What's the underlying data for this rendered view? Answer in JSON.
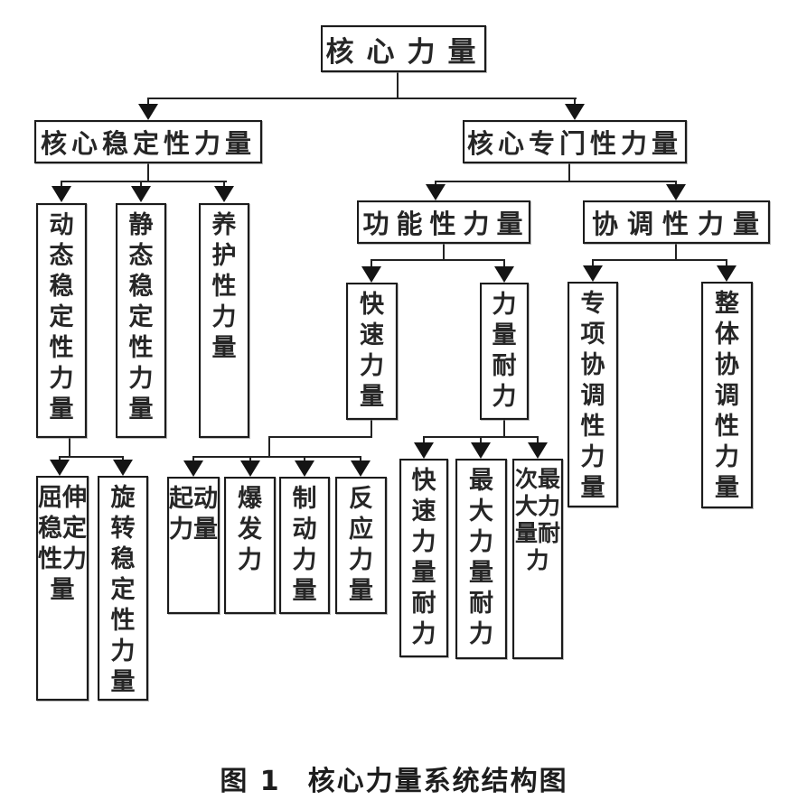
{
  "figure": {
    "caption_label": "图 1",
    "caption_title": "核心力量系统结构图"
  },
  "nodes": {
    "core": "核心力量",
    "core_stability": "核心稳定性力量",
    "core_specialized": "核心专门性力量",
    "dynamic_stability": "动态稳定性力量",
    "static_stability": "静态稳定性力量",
    "maintenance": "养护性力量",
    "flexion_extension_stability": "屈伸稳定性力量",
    "rotation_stability": "旋转稳定性力量",
    "functional": "功能性力量",
    "coordination": "协调性力量",
    "speed_strength": "快速力量",
    "strength_endurance": "力量耐力",
    "starting_strength": "起动力量",
    "explosive_power": "爆发力",
    "braking_strength": "制动力量",
    "reactive_strength": "反应力量",
    "speed_strength_endurance": "快速力量耐力",
    "max_strength_endurance": "最大力量耐力",
    "submax_strength_endurance": "次最大力量耐力",
    "specific_coordination": "专项协调性力量",
    "overall_coordination": "整体协调性力量"
  },
  "colors": {
    "line": "#222222",
    "box_border": "#1b1b1b",
    "text": "#262626",
    "background": "#ffffff"
  }
}
